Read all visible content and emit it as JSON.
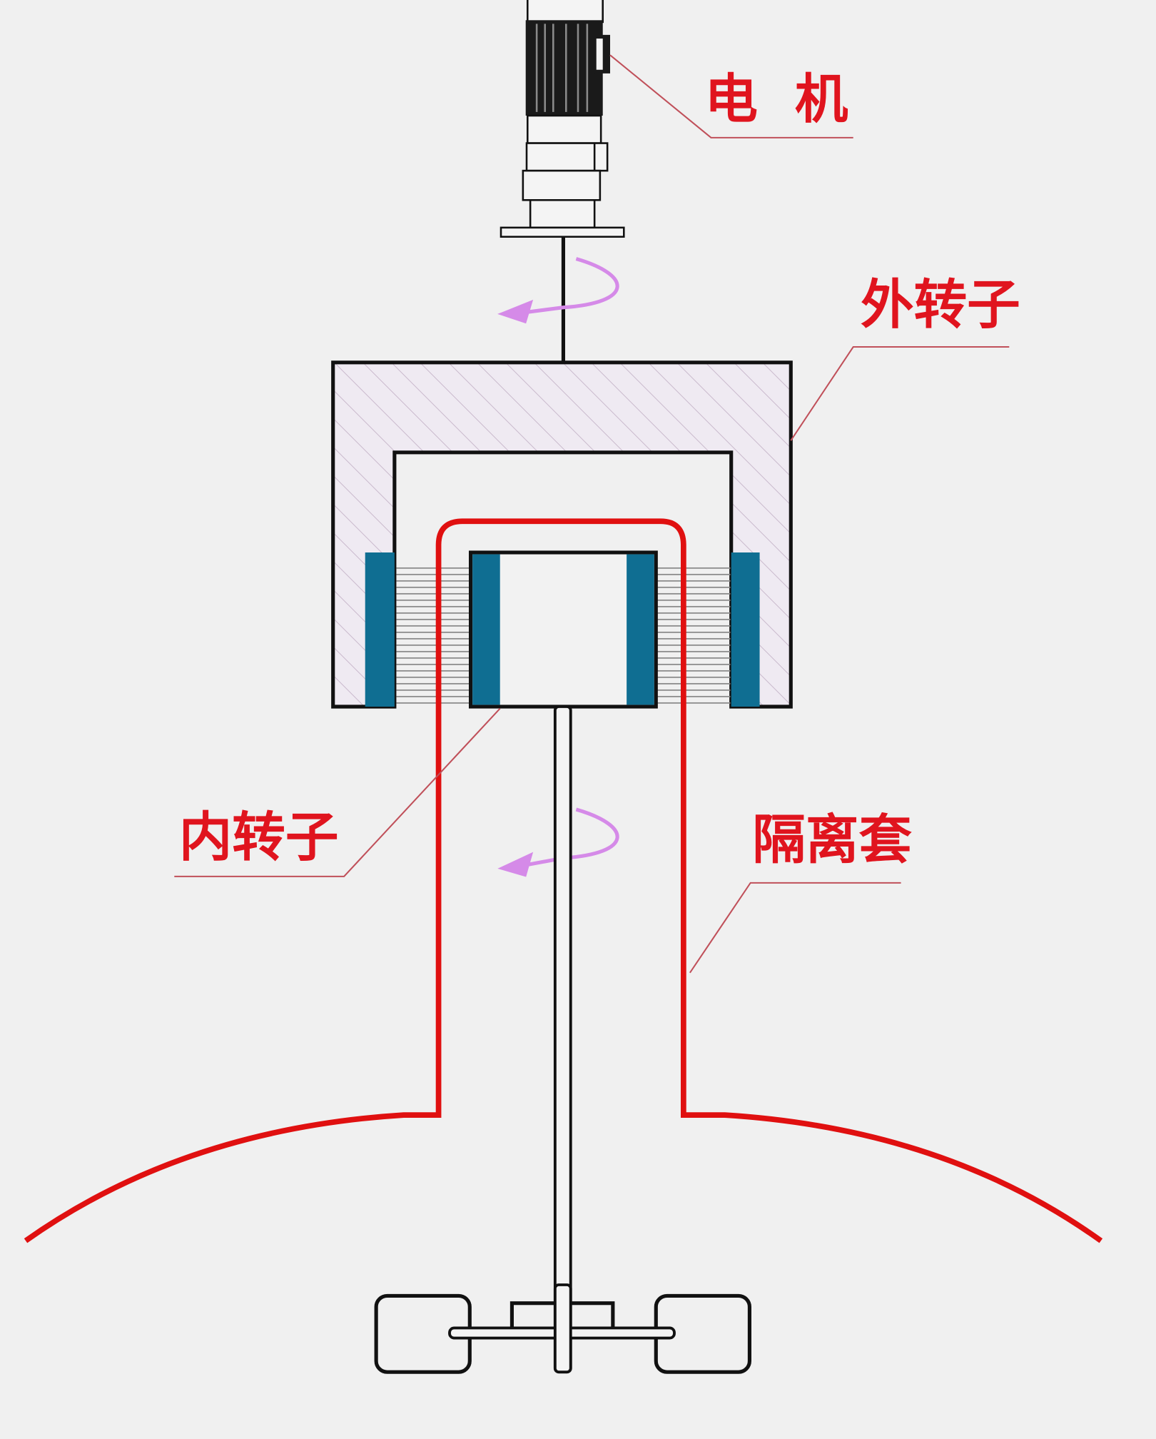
{
  "labels": {
    "motor": "电  机",
    "outer_rotor": "外转子",
    "inner_rotor": "内转子",
    "isolation_sleeve": "隔离套"
  },
  "colors": {
    "background": "#f0f0f0",
    "label_red": "#e0141e",
    "sleeve_red": "#e01010",
    "magnet_blue": "#0f6e92",
    "rotation_arrow": "#d58ae8",
    "hatch": "#c9b8cc"
  }
}
